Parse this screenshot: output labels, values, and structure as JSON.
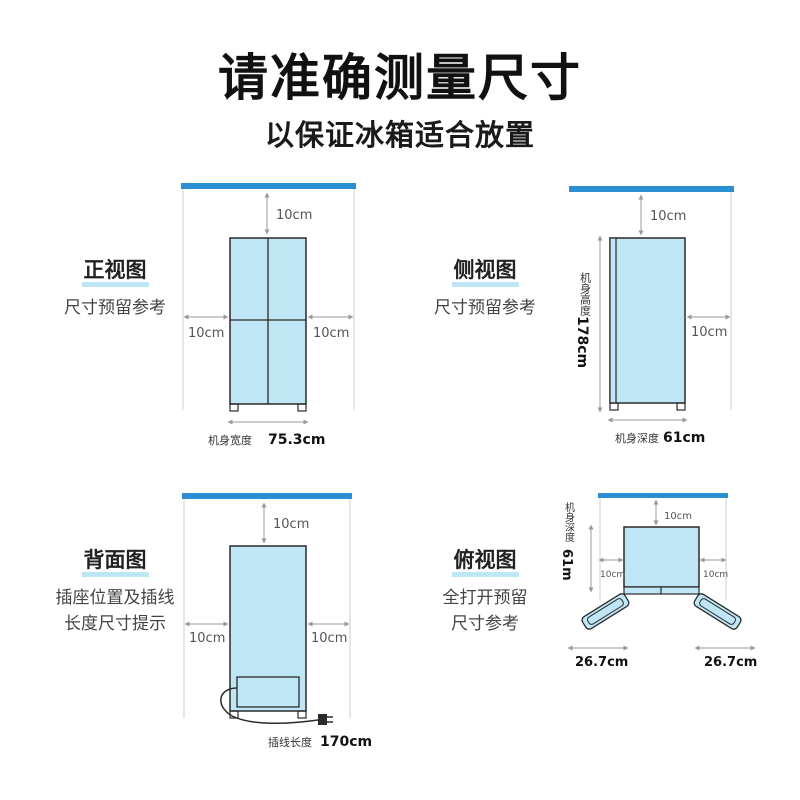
{
  "title": "请准确测量尺寸",
  "subtitle": "以保证冰箱适合放置",
  "views": {
    "front": {
      "name": "正视图",
      "desc": "尺寸预留参考",
      "top_gap": "10cm",
      "left_gap": "10cm",
      "right_gap": "10cm",
      "width_label": "机身宽度",
      "width_value": "75.3cm"
    },
    "side": {
      "name": "侧视图",
      "desc": "尺寸预留参考",
      "top_gap": "10cm",
      "right_gap": "10cm",
      "height_label": "机身高度",
      "height_value": "178cm",
      "depth_label": "机身深度",
      "depth_value": "61cm"
    },
    "back": {
      "name": "背面图",
      "desc_line1": "插座位置及插线",
      "desc_line2": "长度尺寸提示",
      "top_gap": "10cm",
      "left_gap": "10cm",
      "right_gap": "10cm",
      "cord_label": "插线长度",
      "cord_value": "170cm"
    },
    "top": {
      "name": "俯视图",
      "desc_line1": "全打开预留",
      "desc_line2": "尺寸参考",
      "top_gap": "10cm",
      "left_gap": "10cm",
      "right_gap": "10cm",
      "depth_label": "机身深度",
      "depth_value": "61m",
      "left_door": "26.7cm",
      "right_door": "26.7cm"
    }
  },
  "colors": {
    "wall": "#2b8fd4",
    "fridge_fill": "#bfe6f5",
    "outline": "#2a2a2a",
    "guide": "#cfcfcf",
    "dim": "#9a9a9a"
  }
}
